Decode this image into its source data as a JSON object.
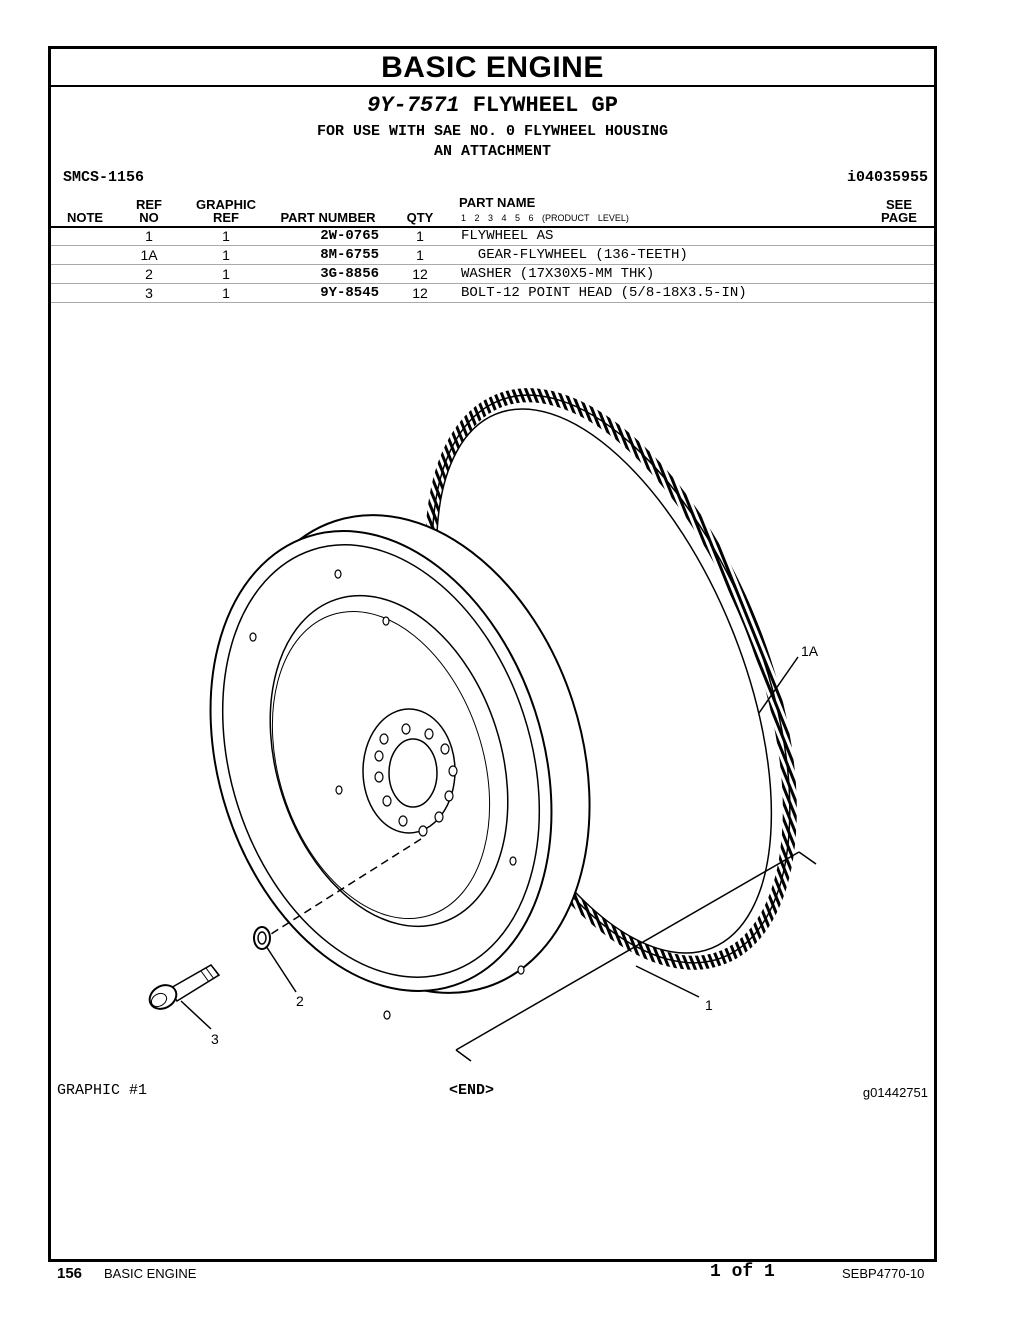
{
  "section_title": "BASIC ENGINE",
  "group": {
    "part_number": "9Y-7571",
    "name": "FLYWHEEL GP"
  },
  "notes": [
    "FOR USE WITH SAE NO. 0 FLYWHEEL HOUSING",
    "AN ATTACHMENT"
  ],
  "smcs": "SMCS-1156",
  "doc_id": "i04035955",
  "columns": {
    "note": "NOTE",
    "ref_top": "REF",
    "ref_bottom": "NO",
    "graphic_top": "GRAPHIC",
    "graphic_bottom": "REF",
    "part_number": "PART NUMBER",
    "qty": "QTY",
    "part_name": "PART NAME",
    "levels": "1 2 3 4 5 6 (PRODUCT LEVEL)",
    "see_top": "SEE",
    "see_bottom": "PAGE"
  },
  "parts": [
    {
      "ref": "1",
      "graphic_ref": "1",
      "part_number": "2W-0765",
      "qty": "1",
      "name": "FLYWHEEL AS"
    },
    {
      "ref": "1A",
      "graphic_ref": "1",
      "part_number": "8M-6755",
      "qty": "1",
      "name": "  GEAR-FLYWHEEL (136-TEETH)"
    },
    {
      "ref": "2",
      "graphic_ref": "1",
      "part_number": "3G-8856",
      "qty": "12",
      "name": "WASHER (17X30X5-MM THK)"
    },
    {
      "ref": "3",
      "graphic_ref": "1",
      "part_number": "9Y-8545",
      "qty": "12",
      "name": "BOLT-12 POINT HEAD (5/8-18X3.5-IN)"
    }
  ],
  "callouts": {
    "gear": "1A",
    "flywheel": "1",
    "washer": "2",
    "bolt": "3"
  },
  "graphic_label": "GRAPHIC #1",
  "end_label": "<END>",
  "graphic_id": "g01442751",
  "footer": {
    "page_no": "156",
    "section": "BASIC ENGINE",
    "page_of": "1 of 1",
    "pub": "SEBP4770-10"
  }
}
